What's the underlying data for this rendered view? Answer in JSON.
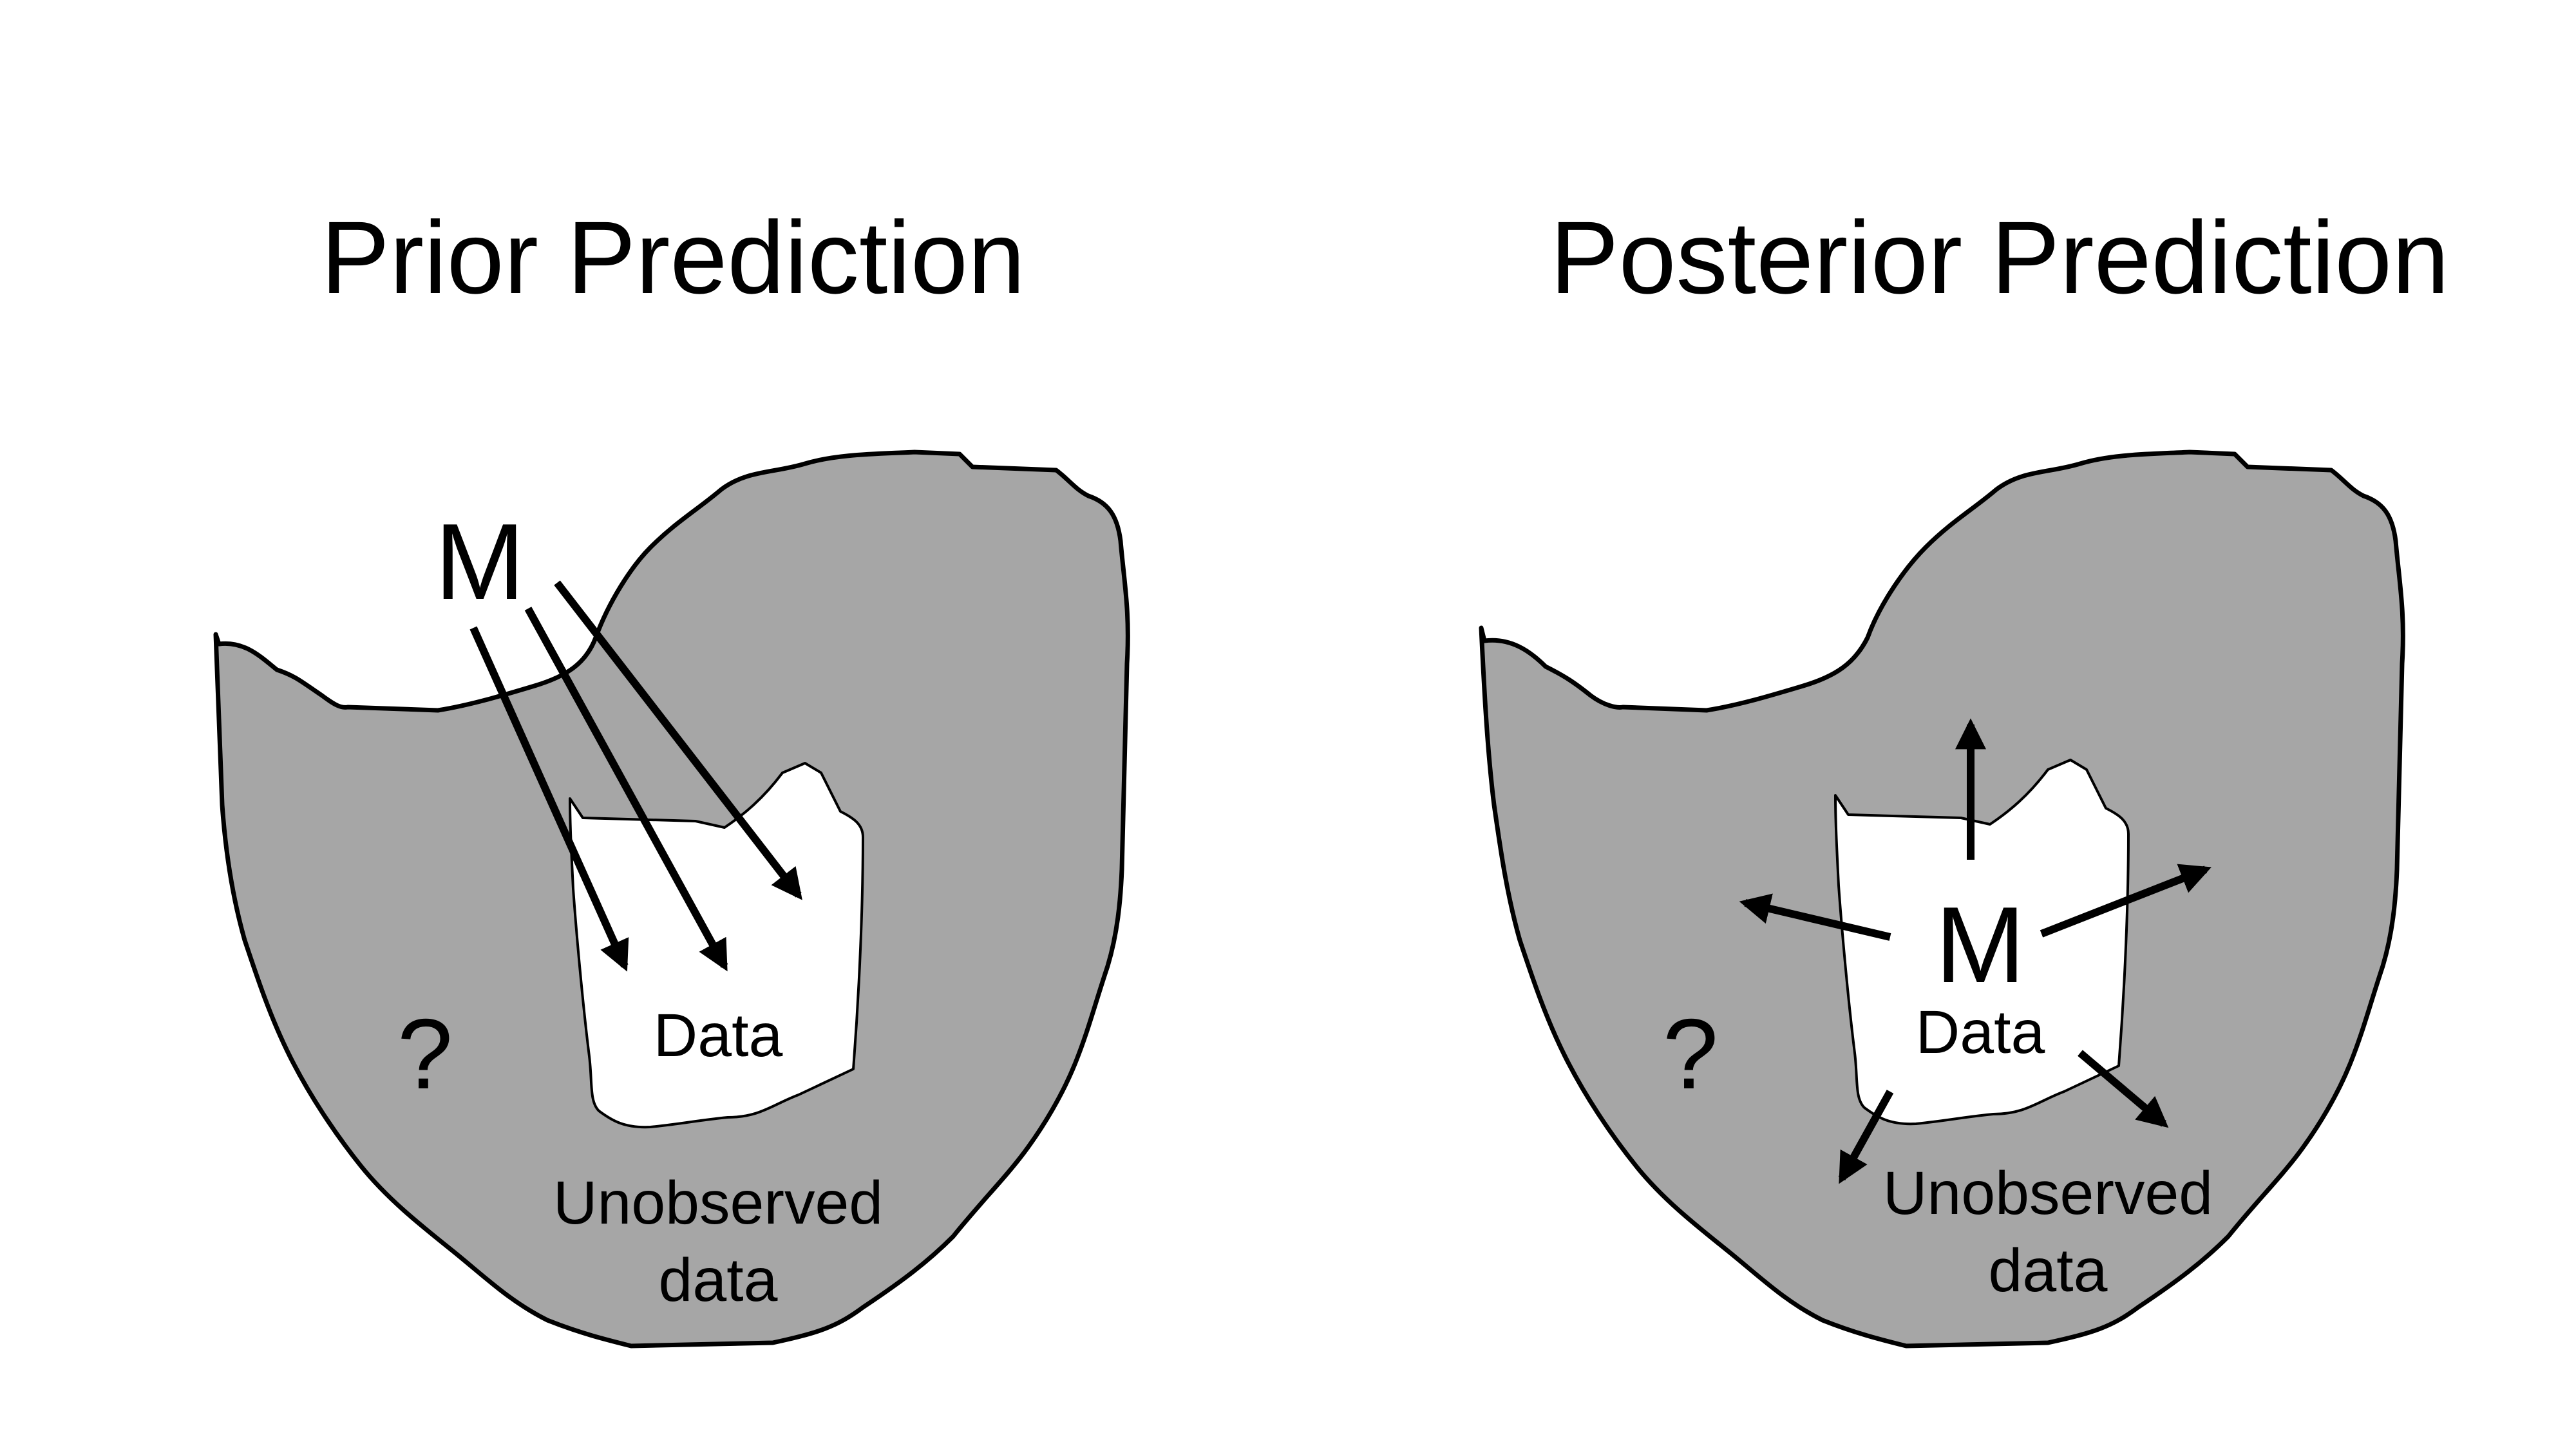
{
  "panels": [
    {
      "title": "Prior Prediction",
      "model_label": "M",
      "data_label": "Data",
      "unknown_label": "?",
      "unobserved_label": [
        "Unobserved",
        "data"
      ]
    },
    {
      "title": "Posterior Prediction",
      "model_label": "M",
      "data_label": "Data",
      "unknown_label": "?",
      "unobserved_label": [
        "Unobserved",
        "data"
      ]
    }
  ],
  "colors": {
    "region_fill": "#a6a6a6",
    "data_fill": "#ffffff",
    "stroke": "#000000"
  }
}
